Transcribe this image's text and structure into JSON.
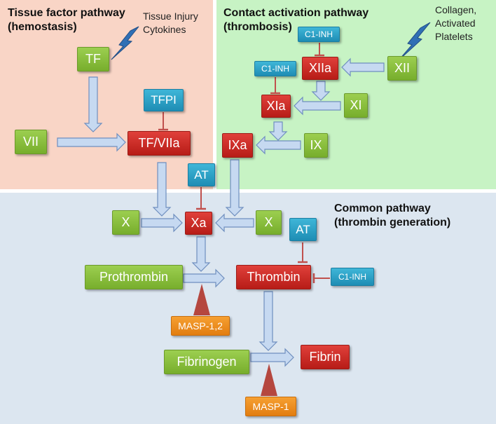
{
  "colors": {
    "tissue_region": "#f9d5c6",
    "contact_region": "#c7f3c4",
    "common_region": "#dce6f0",
    "zymogen_green": "#8bc34a",
    "active_red": "#c62828",
    "inhibitor_blue": "#29a3cc",
    "masp_orange": "#f08c1c",
    "arrow_fill": "#c6d9f1",
    "arrow_stroke": "#6f8fbf",
    "inhibit_line": "#c0504d",
    "activate_triangle": "#b5473f",
    "lightning": "#2f6fb5"
  },
  "regions": {
    "tissue": {
      "title": "Tissue factor pathway\n(hemostasis)",
      "note": "Tissue Injury\nCytokines"
    },
    "contact": {
      "title": "Contact activation pathway\n(thrombosis)",
      "note": "Collagen,\nActivated\nPlatelets"
    },
    "common": {
      "title": "Common pathway\n(thrombin generation)"
    }
  },
  "nodes": {
    "tf": "TF",
    "vii": "VII",
    "tf_viia": "TF/VIIa",
    "tfpi": "TFPI",
    "c1inh_top": "C1-INH",
    "c1inh_left": "C1-INH",
    "xii": "XII",
    "xiia": "XIIa",
    "xi": "XI",
    "xia": "XIa",
    "ix": "IX",
    "ixa": "IXa",
    "at_upper": "AT",
    "x_left": "X",
    "xa": "Xa",
    "x_right": "X",
    "at_lower": "AT",
    "prothrombin": "Prothrombin",
    "thrombin": "Thrombin",
    "c1inh_thrombin": "C1-INH",
    "masp12": "MASP-1,2",
    "fibrinogen": "Fibrinogen",
    "fibrin": "Fibrin",
    "masp1": "MASP-1"
  },
  "icons": {
    "tissue_trigger": "lightning-icon",
    "contact_trigger": "lightning-icon",
    "activation": "triangle-activator-icon",
    "inhibition": "t-bar-inhibitor-icon"
  }
}
